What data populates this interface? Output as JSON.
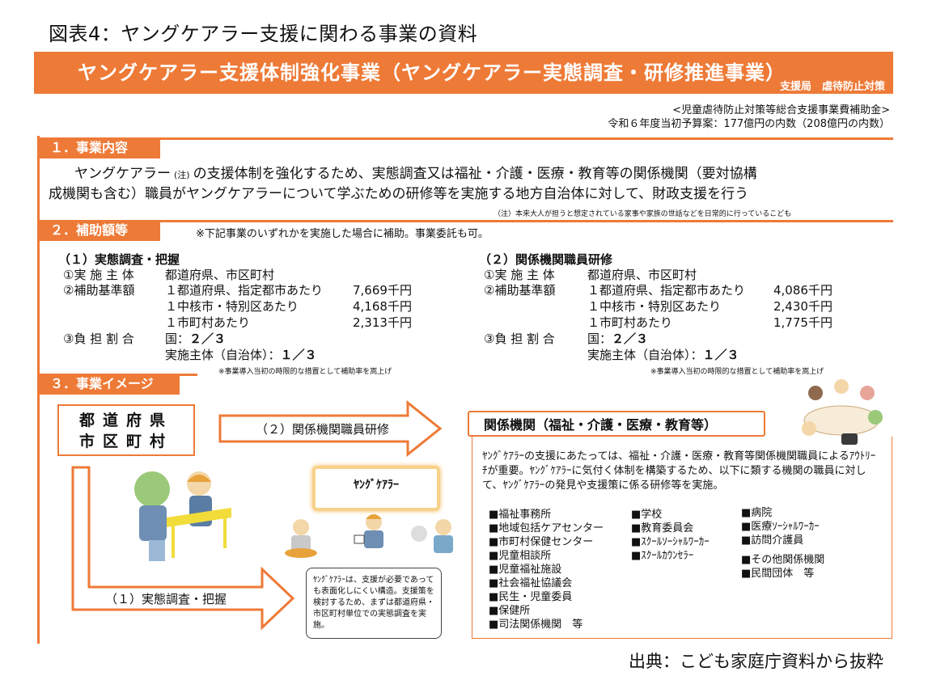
{
  "figure_title": "図表4：ヤングケアラー支援に関わる事業の資料",
  "banner": {
    "title": "ヤングケアラー支援体制強化事業（ヤングケアラー実態調査・研修推進事業）",
    "department": "支援局　虐待防止対策"
  },
  "funding": {
    "line1": "<児童虐待防止対策等総合支援事業費補助金>",
    "line2": "令和６年度当初予算案：177億円の内数（208億円の内数）"
  },
  "section1": {
    "label": "１．事業内容",
    "text_a": "ヤングケアラー",
    "note_mark": "(注)",
    "text_b": "の支援体制を強化するため、実態調査又は福祉・介護・医療・教育等の関係機関（要対協構",
    "text_c": "成機関も含む）職員がヤングケアラーについて学ぶための研修等を実施する地方自治体に対して、財政支援を行う",
    "footnote": "（注）本来大人が担うと想定されている家事や家族の世話などを日常的に行っているこども"
  },
  "section2": {
    "label": "２．補助額等",
    "note": "※下記事業のいずれかを実施した場合に補助。事業委託も可。",
    "left": {
      "heading": "（１）実態調査・把握",
      "entity_label": "①実 施 主 体",
      "entity_value": "都道府県、市区町村",
      "base_label": "②補助基準額",
      "base_rows": [
        {
          "desc": "１都道府県、指定都市あたり",
          "amount": "7,669千円"
        },
        {
          "desc": "１中核市・特別区あたり",
          "amount": "4,168千円"
        },
        {
          "desc": "１市町村あたり",
          "amount": "2,313千円"
        }
      ],
      "share_label": "③負 担 割 合",
      "share_nation": "国：",
      "share_nation_value": "２／３",
      "share_local": "実施主体（自治体）：",
      "share_local_value": "１／３",
      "footnote": "※事業導入当初の時限的な措置として補助率を嵩上げ"
    },
    "right": {
      "heading": "（２）関係機関職員研修",
      "entity_label": "①実 施 主 体",
      "entity_value": "都道府県、市区町村",
      "base_label": "②補助基準額",
      "base_rows": [
        {
          "desc": "１都道府県、指定都市あたり",
          "amount": "4,086千円"
        },
        {
          "desc": "１中核市・特別区あたり",
          "amount": "2,430千円"
        },
        {
          "desc": "１市町村あたり",
          "amount": "1,775千円"
        }
      ],
      "share_label": "③負 担 割 合",
      "share_nation": "国：",
      "share_nation_value": "２／３",
      "share_local": "実施主体（自治体）：",
      "share_local_value": "１／３",
      "footnote": "※事業導入当初の時限的な措置として補助率を嵩上げ"
    }
  },
  "section3": {
    "label": "３．事業イメージ",
    "pref_line1": "都道府県",
    "pref_line2": "市区町村",
    "arrow_training": "（２）関係機関職員研修",
    "arrow_survey": "（１）実態調査・把握",
    "young_carer": "ﾔﾝｸﾞｹｱﾗｰ",
    "org_title": "関係機関（福祉・介護・医療・教育等）",
    "org_desc": "ﾔﾝｸﾞｹｱﾗｰの支援にあたっては、福祉・介護・医療・教育等関係機関職員によるｱｳﾄﾘｰﾁが重要。ﾔﾝｸﾞｹｱﾗｰに気付く体制を構築するため、以下に類する機関の職員に対して、ﾔﾝｸﾞｹｱﾗｰの発見や支援策に係る研修等を実施。",
    "list_col1": [
      "■福祉事務所",
      "■地域包括ケアセンター",
      "■市町村保健センター",
      "■児童相談所",
      "■児童福祉施設",
      "■社会福祉協議会",
      "■民生・児童委員",
      "■保健所",
      "■司法関係機関　等"
    ],
    "list_col2": [
      "■学校",
      "■教育委員会",
      "■ｽｸｰﾙｿｰｼｬﾙﾜｰｶｰ",
      "■ｽｸｰﾙｶｳﾝｾﾗｰ"
    ],
    "list_col3a": [
      "■病院",
      "■医療ｿｰｼｬﾙﾜｰｶｰ",
      "■訪問介護員"
    ],
    "list_col3b": [
      "■その他関係機関",
      "■民間団体　等"
    ],
    "speech": "ﾔﾝｸﾞｹｱﾗｰは、支援が必要であっても表面化しにくい構造。支援策を検討するため、まずは都道府県・市区町村単位での実態調査を実施。"
  },
  "source": "出典：こども家庭庁資料から抜粋",
  "colors": {
    "accent": "#ee7a37",
    "glow": "#f8d18a"
  }
}
